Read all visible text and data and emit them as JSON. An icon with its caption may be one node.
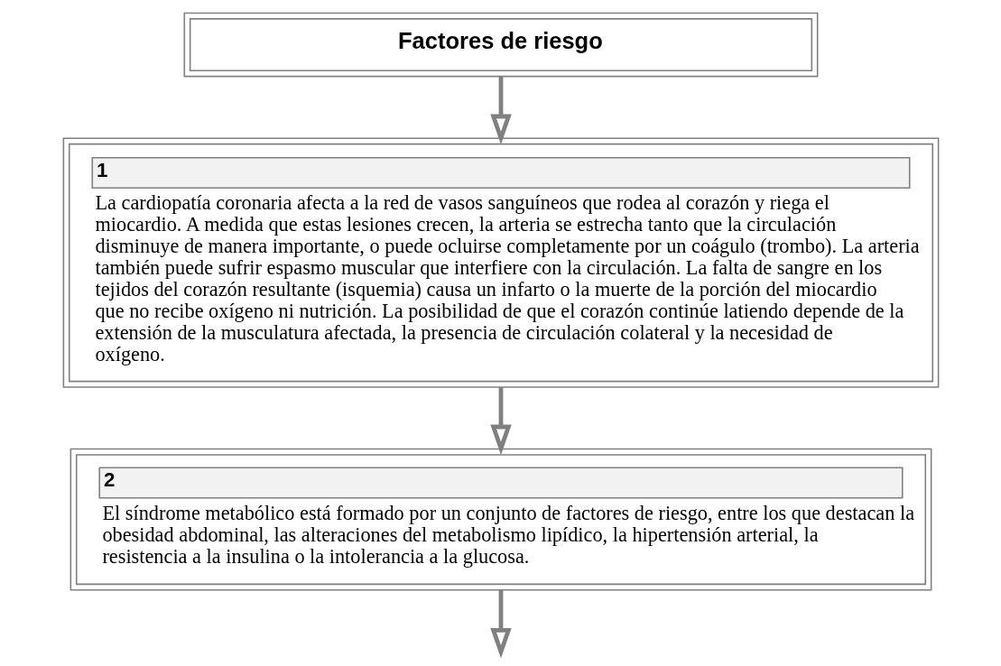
{
  "diagram": {
    "nodes": [
      {
        "text": [
          "Factores de riesgo"
        ]
      },
      {
        "text": [
          "1",
          "La cardiopatía coronaria afecta a la red de vasos sanguíneos que rodea al corazón y riega el miocardio. A medida que estas lesiones crecen, la arteria se estrecha tanto que la circulación disminuye de manera importante, o puede ocluirse completamente por un coágulo (trombo). La arteria también puede sufrir espasmo muscular que interfiere con la circulación. La falta de sangre en los tejidos del corazón resultante (isquemia) causa un infarto o la muerte de la porción del miocardio que no recibe oxígeno ni nutrición. La posibilidad de que el corazón continúe latiendo depende de la extensión de la musculatura afectada, la presencia de circulación colateral y la necesidad de oxígeno."
        ]
      },
      {
        "text": [
          "2",
          "El síndrome metabólico está formado por un conjunto de factores de riesgo, entre los que destacan la obesidad abdominal, las alteraciones del metabolismo lipídico, la hipertensión arterial, la resistencia a la insulina o la intolerancia a la glucosa."
        ]
      }
    ],
    "edges": [
      {
        "from": 0,
        "to": 1,
        "arrow": "to"
      },
      {
        "from": 1,
        "to": 2,
        "arrow": "to"
      },
      {
        "from": 2,
        "to": null,
        "arrow": "to"
      }
    ]
  }
}
